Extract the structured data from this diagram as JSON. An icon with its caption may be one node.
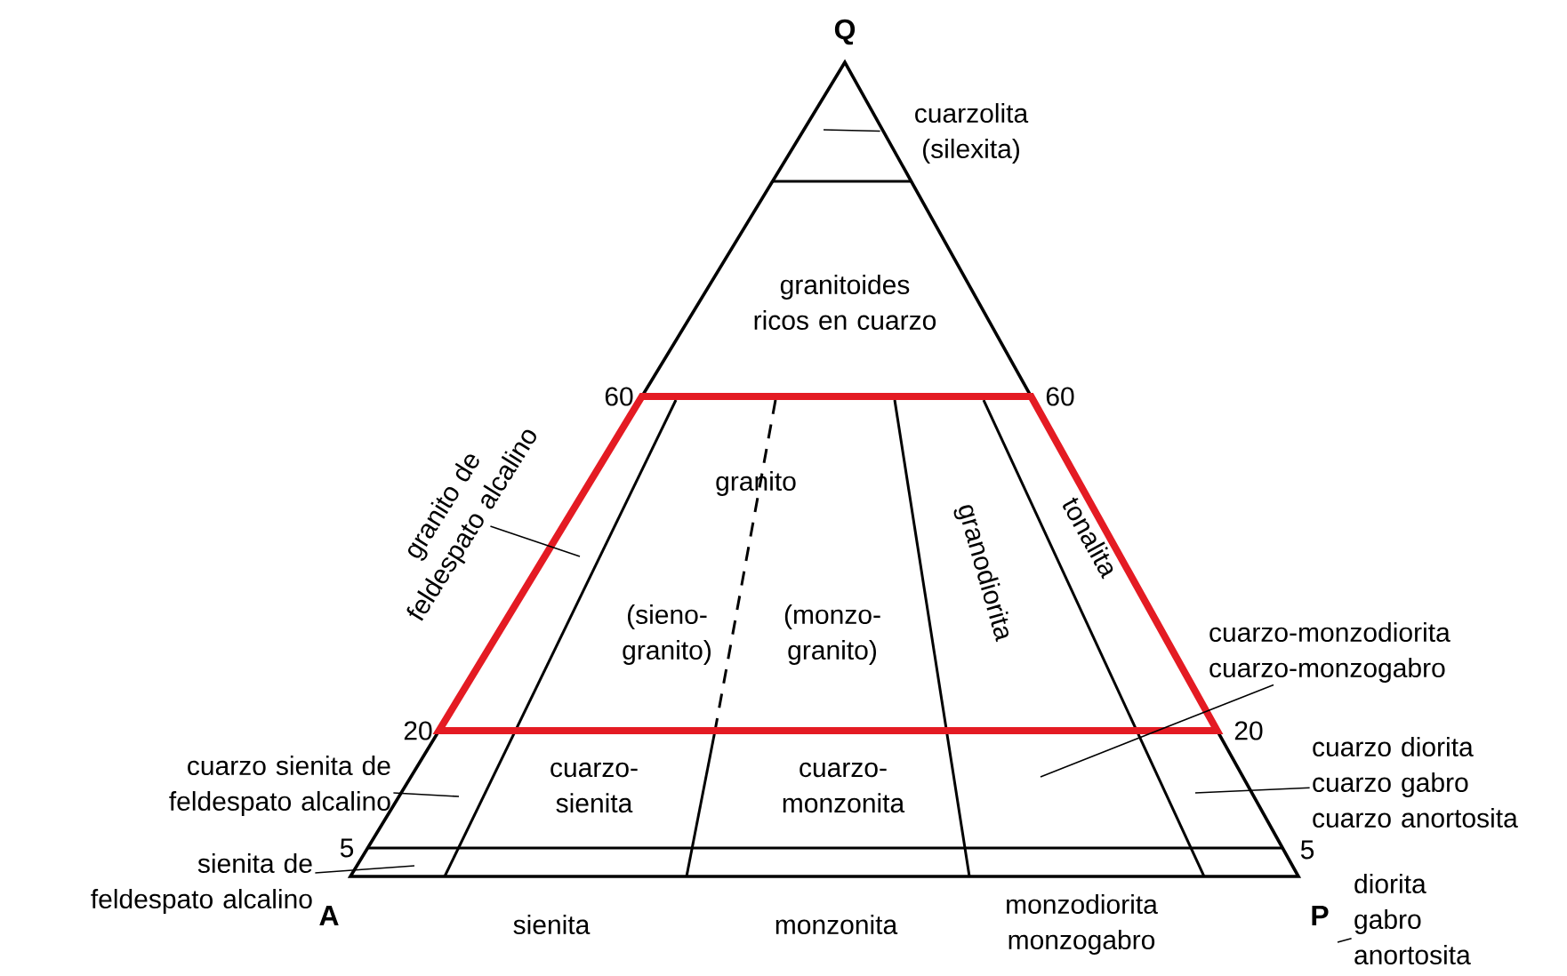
{
  "diagram": {
    "nodes": [
      {
        "text": [
          "cuarzolita (silexita)"
        ]
      },
      {
        "text": [
          "granito de feldespato alcalino"
        ]
      },
      {
        "text": [
          "cuarzo-monzodiorita cuarzo-monzogabro"
        ]
      },
      {
        "text": [
          "cuarzo diorita cuarzo gabro cuarzo anortosita"
        ]
      },
      {
        "text": [
          "cuarzo sienita de feldespato alcalino"
        ]
      },
      {
        "text": [
          "sienita de feldespato alcalino"
        ]
      },
      {
        "text": [
          "diorita gabro anortosita"
        ]
      }
    ],
    "edges": [
      {
        "from": 0,
        "to": null,
        "arrow": "none"
      },
      {
        "from": 1,
        "to": null,
        "arrow": "none"
      },
      {
        "from": 2,
        "to": null,
        "arrow": "none"
      },
      {
        "from": 3,
        "to": null,
        "arrow": "none"
      },
      {
        "from": 4,
        "to": null,
        "arrow": "none"
      },
      {
        "from": 5,
        "to": null,
        "arrow": "none"
      },
      {
        "from": 6,
        "to": null,
        "arrow": "none"
      }
    ],
    "labels": [
      "Q",
      "granitoides ricos en cuarzo",
      "60",
      "60",
      "granito",
      "(sieno-granito)",
      "(monzo-granito)",
      "granodiorita",
      "tonalita",
      "20",
      "20",
      "cuarzo-sienita",
      "cuarzo-monzonita",
      "5",
      "5",
      "A",
      "P",
      "sienita",
      "monzonita",
      "monzodiorita monzogabro"
    ]
  }
}
